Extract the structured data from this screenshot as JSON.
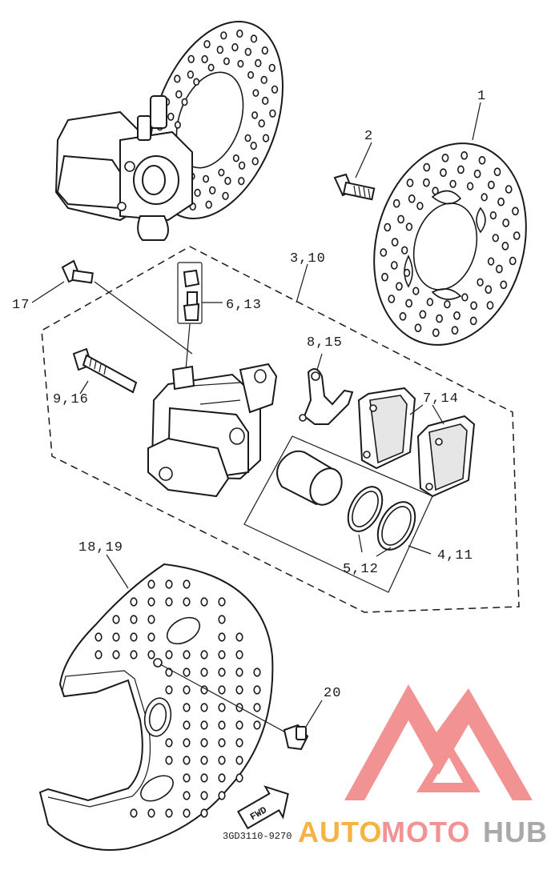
{
  "diagram": {
    "title": "Front brake caliper exploded view",
    "part_labels": {
      "p1": "1",
      "p2": "2",
      "p3_10": "3,10",
      "p4_11": "4,11",
      "p5_12": "5,12",
      "p6_13": "6,13",
      "p7_14": "7,14",
      "p8_15": "8,15",
      "p9_16": "9,16",
      "p17": "17",
      "p18_19": "18,19",
      "p20": "20"
    },
    "fwd_label": "FWD",
    "drawing_code": "3GD3110-9270"
  },
  "watermark": {
    "text_part1": "AUTO",
    "text_part2": "MOTO",
    "text_part3": "HUB",
    "color_orange": "#f5a623",
    "color_red": "#f08080",
    "color_gray": "#9b9b9b"
  }
}
